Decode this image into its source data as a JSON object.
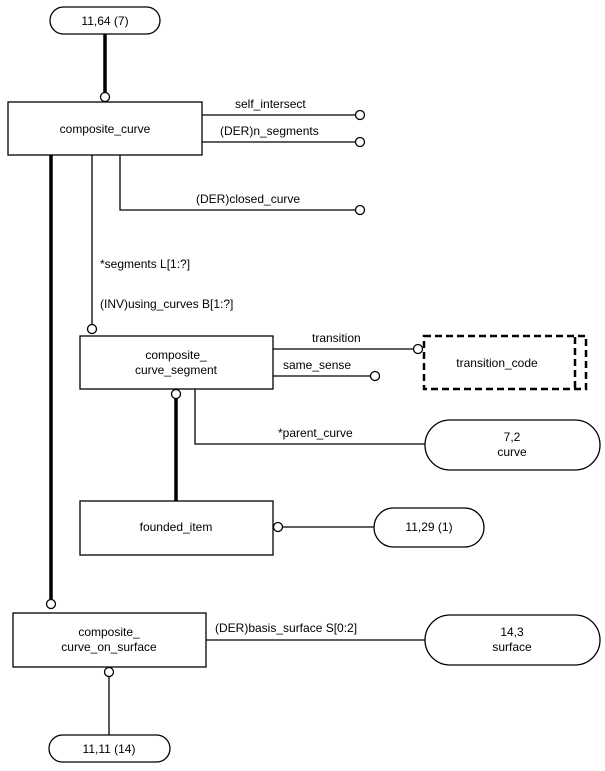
{
  "diagram": {
    "type": "EXPRESS-G",
    "entities": {
      "composite_curve": {
        "line1": "composite_curve"
      },
      "composite_curve_segment": {
        "line1": "composite_",
        "line2": "curve_segment"
      },
      "founded_item": {
        "line1": "founded_item"
      },
      "composite_curve_on_surface": {
        "line1": "composite_",
        "line2": "curve_on_surface"
      }
    },
    "types": {
      "transition_code": {
        "label": "transition_code"
      }
    },
    "references": {
      "ref_11_64": {
        "label": "11,64 (7)"
      },
      "ref_7_2": {
        "line1": "7,2",
        "line2": "curve"
      },
      "ref_11_29": {
        "label": "11,29 (1)"
      },
      "ref_14_3": {
        "line1": "14,3",
        "line2": "surface"
      },
      "ref_11_11": {
        "label": "11,11 (14)"
      }
    },
    "attributes": {
      "self_intersect": "self_intersect",
      "n_segments": "(DER)n_segments",
      "closed_curve": "(DER)closed_curve",
      "segments": "*segments L[1:?]",
      "using_curves": "(INV)using_curves B[1:?]",
      "transition": "transition",
      "same_sense": "same_sense",
      "parent_curve": "*parent_curve",
      "basis_surface": "(DER)basis_surface S[0:2]"
    }
  }
}
